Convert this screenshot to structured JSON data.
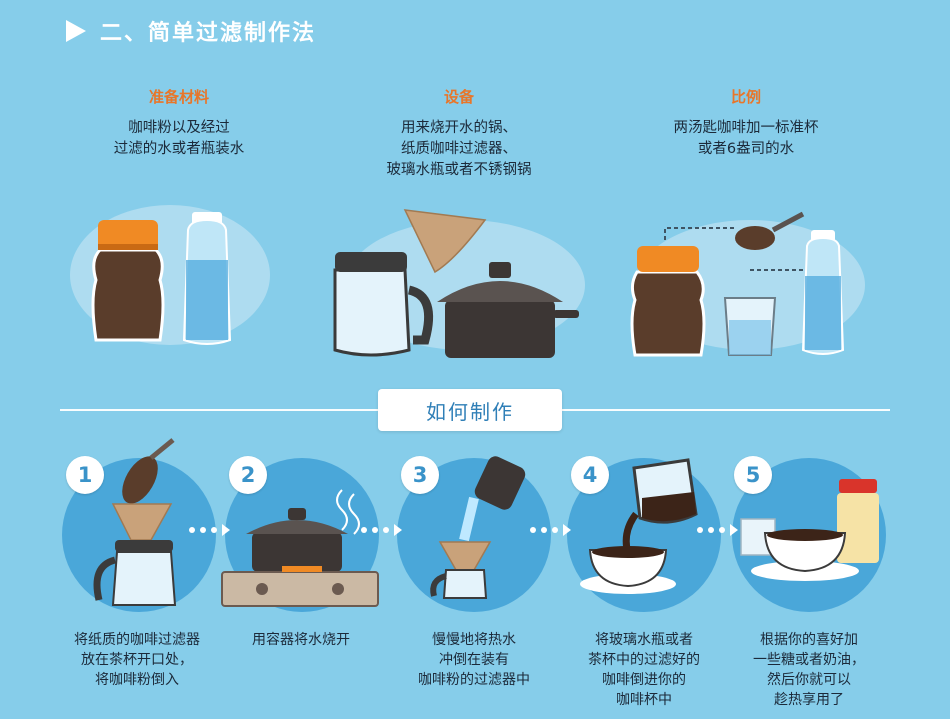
{
  "header": {
    "title": "二、简单过滤制作法"
  },
  "columns": [
    {
      "heading": "准备材料",
      "lines": [
        "咖啡粉以及经过",
        "过滤的水或者瓶装水"
      ]
    },
    {
      "heading": "设备",
      "lines": [
        "用来烧开水的锅、",
        "纸质咖啡过滤器、",
        "玻璃水瓶或者不锈钢锅"
      ]
    },
    {
      "heading": "比例",
      "lines": [
        "两汤匙咖啡加一标准杯",
        "或者6盎司的水"
      ]
    }
  ],
  "section": {
    "title": "如何制作"
  },
  "steps": [
    {
      "number": "1",
      "lines": [
        "将纸质的咖啡过滤器",
        "放在茶杯开口处，",
        "将咖啡粉倒入"
      ]
    },
    {
      "number": "2",
      "lines": [
        "用容器将水烧开"
      ]
    },
    {
      "number": "3",
      "lines": [
        "慢慢地将热水",
        "冲倒在装有",
        "咖啡粉的过滤器中"
      ]
    },
    {
      "number": "4",
      "lines": [
        "将玻璃水瓶或者",
        "茶杯中的过滤好的",
        "咖啡倒进你的",
        "咖啡杯中"
      ]
    },
    {
      "number": "5",
      "lines": [
        "根据你的喜好加",
        "一些糖或者奶油，",
        "然后你就可以",
        "趁热享用了"
      ]
    }
  ],
  "colors": {
    "background": "#86cdea",
    "accent": "#e8762a",
    "circle": "#4aa7d9",
    "banner_text": "#2f7fb7"
  }
}
